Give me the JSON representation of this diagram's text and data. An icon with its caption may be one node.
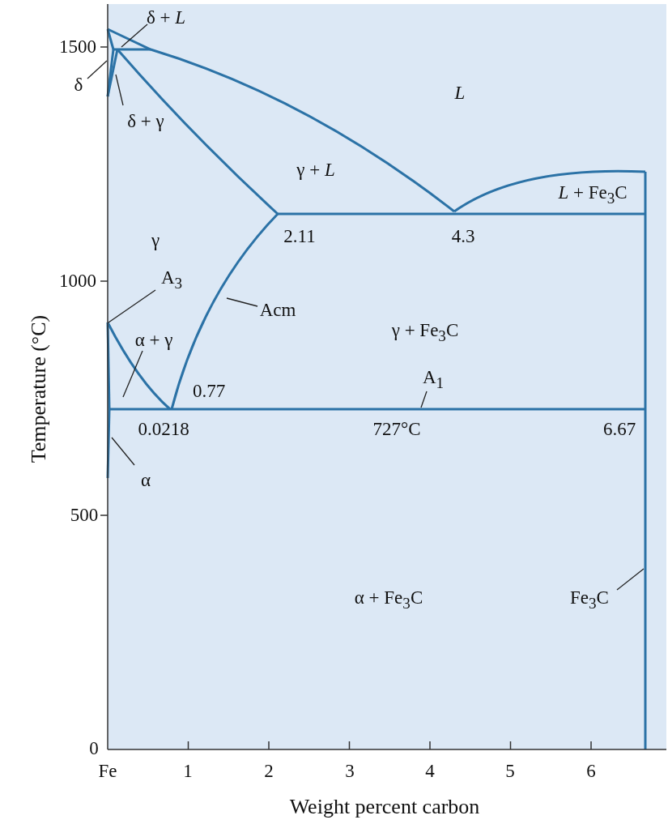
{
  "diagram": {
    "nodes": [
      {
        "text": [
          "δ + *L*"
        ]
      },
      {
        "text": [
          "δ"
        ]
      },
      {
        "text": [
          "δ + γ"
        ]
      },
      {
        "text": [
          "A$_{3}$"
        ]
      },
      {
        "text": [
          "Acm"
        ]
      },
      {
        "text": [
          "α + γ"
        ]
      },
      {
        "text": [
          "α"
        ]
      },
      {
        "text": [
          "A$_{1}$"
        ]
      },
      {
        "text": [
          "Fe$_{3}$C"
        ]
      }
    ],
    "edges": [
      {
        "from": 0,
        "to": null,
        "arrow": "none"
      },
      {
        "from": 1,
        "to": null,
        "arrow": "none"
      },
      {
        "from": 2,
        "to": null,
        "arrow": "none"
      },
      {
        "from": 3,
        "to": null,
        "arrow": "none"
      },
      {
        "from": 4,
        "to": null,
        "arrow": "none"
      },
      {
        "from": 5,
        "to": null,
        "arrow": "none"
      },
      {
        "from": 6,
        "to": null,
        "arrow": "none"
      },
      {
        "from": 7,
        "to": null,
        "arrow": "none"
      },
      {
        "from": 8,
        "to": null,
        "arrow": "none"
      }
    ],
    "labels": [
      "*L*",
      "γ + *L*",
      "*L* + Fe$_{3}$C",
      "2.11",
      "4.3",
      "1500",
      "γ",
      "1000",
      "γ + Fe$_{3}$C",
      "0.77",
      "0.0218",
      "727°C",
      "6.67",
      "500",
      "α + Fe$_{3}$C",
      "0",
      "Fe",
      "1",
      "2",
      "3",
      "4",
      "5",
      "6",
      "Temperature (°C)",
      "Weight percent carbon"
    ]
  }
}
